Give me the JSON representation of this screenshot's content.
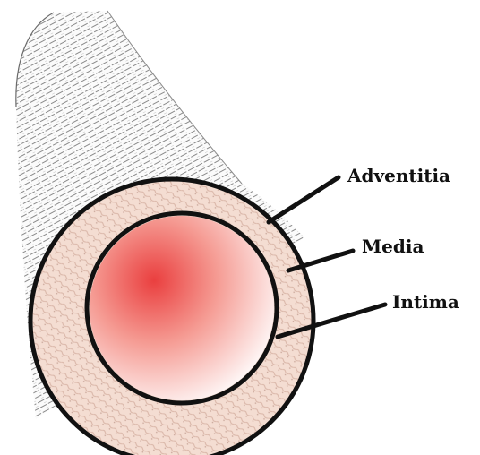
{
  "diagram": {
    "labels": {
      "adventitia": "Adventitia",
      "media": "Media",
      "intima": "Intima"
    },
    "colors": {
      "outline": "#111111",
      "vessel_wall": "#f4ddd2",
      "wall_texture": "#c9a699",
      "lumen_center": "#ea3f3f",
      "lumen_edge": "#ffffff",
      "tube_hatching": "#8a8a8a"
    }
  }
}
